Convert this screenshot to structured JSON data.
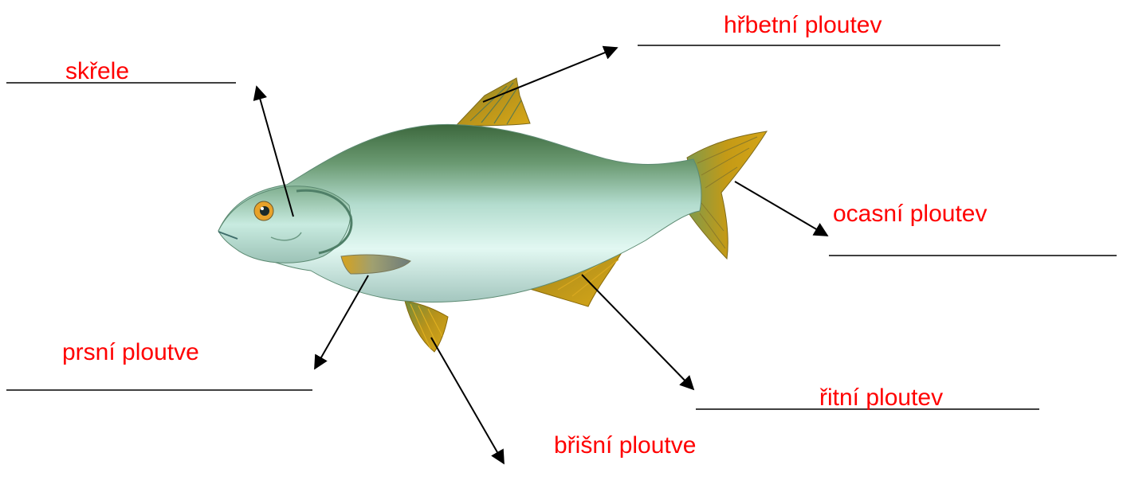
{
  "labels": {
    "gills": "skřele",
    "dorsal_fin": "hřbetní ploutev",
    "caudal_fin": "ocasní ploutev",
    "pectoral_fins": "prsní ploutve",
    "anal_fin": "řitní ploutev",
    "pelvic_fins": "břišní ploutve"
  },
  "colors": {
    "label_text": "#ff0000",
    "fin": "#c8a012",
    "fin_dark": "#8a6a08",
    "body_back": "#3f6b3f",
    "body_belly": "#e2f8f2",
    "eye_iris": "#e8a22a"
  }
}
